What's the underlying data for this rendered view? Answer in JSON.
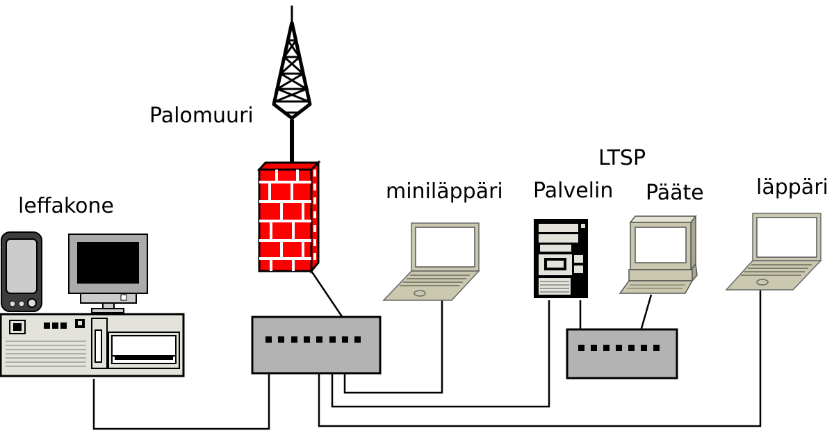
{
  "labels": {
    "firewall": "Palomuuri",
    "media_pc": "leffakone",
    "mini_laptop": "miniläppäri",
    "ltsp": "LTSP",
    "server": "Palvelin",
    "terminal": "Pääte",
    "laptop": "läppäri"
  },
  "colors": {
    "firewall_brick": "#ff0000",
    "switch_fill": "#b3b3b3",
    "laptop_fill": "#cbc8b0",
    "pc_fill": "#e3e3dc"
  }
}
